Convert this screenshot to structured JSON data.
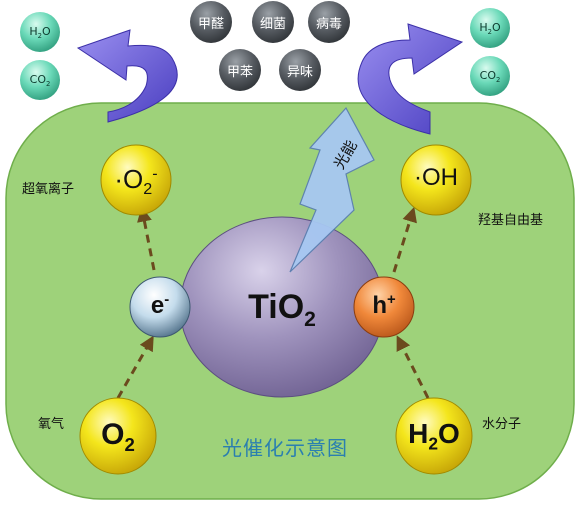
{
  "caption": "光催化示意图",
  "catalyst": {
    "main": "TiO",
    "sub": "2"
  },
  "light_label": "光能",
  "electron": {
    "main": "e",
    "sup": "-"
  },
  "hole": {
    "main": "h",
    "sup": "+"
  },
  "superoxide": {
    "dot": "·",
    "main": "O",
    "sub": "2",
    "sup": "-",
    "label": "超氧离子"
  },
  "hydroxyl": {
    "text": "·OH",
    "label": "羟基自由基"
  },
  "oxygen": {
    "main": "O",
    "sub": "2",
    "label": "氧气"
  },
  "water": {
    "main": "H",
    "sub": "2",
    "tail": "O",
    "label": "水分子"
  },
  "pollutants": [
    "甲醛",
    "细菌",
    "病毒",
    "甲苯",
    "异味"
  ],
  "products_left": [
    {
      "main": "H",
      "sub": "2",
      "tail": "O"
    },
    {
      "main": "CO",
      "sub": "2",
      "tail": ""
    }
  ],
  "products_right": [
    {
      "main": "H",
      "sub": "2",
      "tail": "O"
    },
    {
      "main": "CO",
      "sub": "2",
      "tail": ""
    }
  ],
  "colors": {
    "panel": "#9ed27a",
    "catalyst": "#9b8fb8",
    "yellow_ball": "#f2e21a",
    "electron": "#cfe3f0",
    "hole": "#f08a3c",
    "pollutant": "#555a60",
    "product": "#6ad9b8",
    "arrow": "#7c6fe0",
    "bolt": "#a7c8f2",
    "caption": "#2a7fb0"
  }
}
